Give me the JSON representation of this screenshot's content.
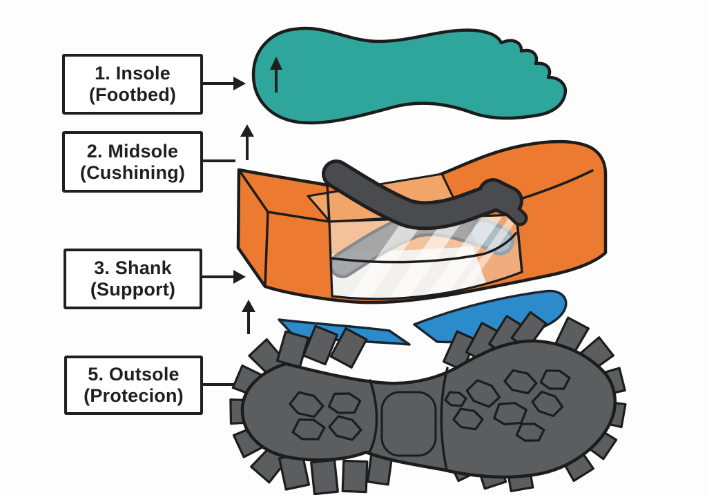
{
  "diagram": {
    "labels": [
      {
        "id": "insole",
        "line1": "1. Insole",
        "line2": "(Footbed)"
      },
      {
        "id": "midsole",
        "line1": "2. Midsole",
        "line2": "(Cushining)"
      },
      {
        "id": "shank",
        "line1": "3. Shank",
        "line2": "(Support)"
      },
      {
        "id": "outsole",
        "line1": "5. Outsole",
        "line2": "(Protecion)"
      }
    ],
    "layer_names": [
      "insole",
      "midsole",
      "shank",
      "torsion-plate",
      "outsole"
    ]
  },
  "colors": {
    "background": "#fdfdfd",
    "outline": "#1f1f1f",
    "insole": "#2FA69C",
    "midsole": "#EC7A30",
    "midsole_cut": "#F2A568",
    "shank_dark": "#4A4B4E",
    "shank_light": "#A2A5A8",
    "plate_blue": "#2C8CCB",
    "outsole_gray": "#5C5D5F"
  }
}
